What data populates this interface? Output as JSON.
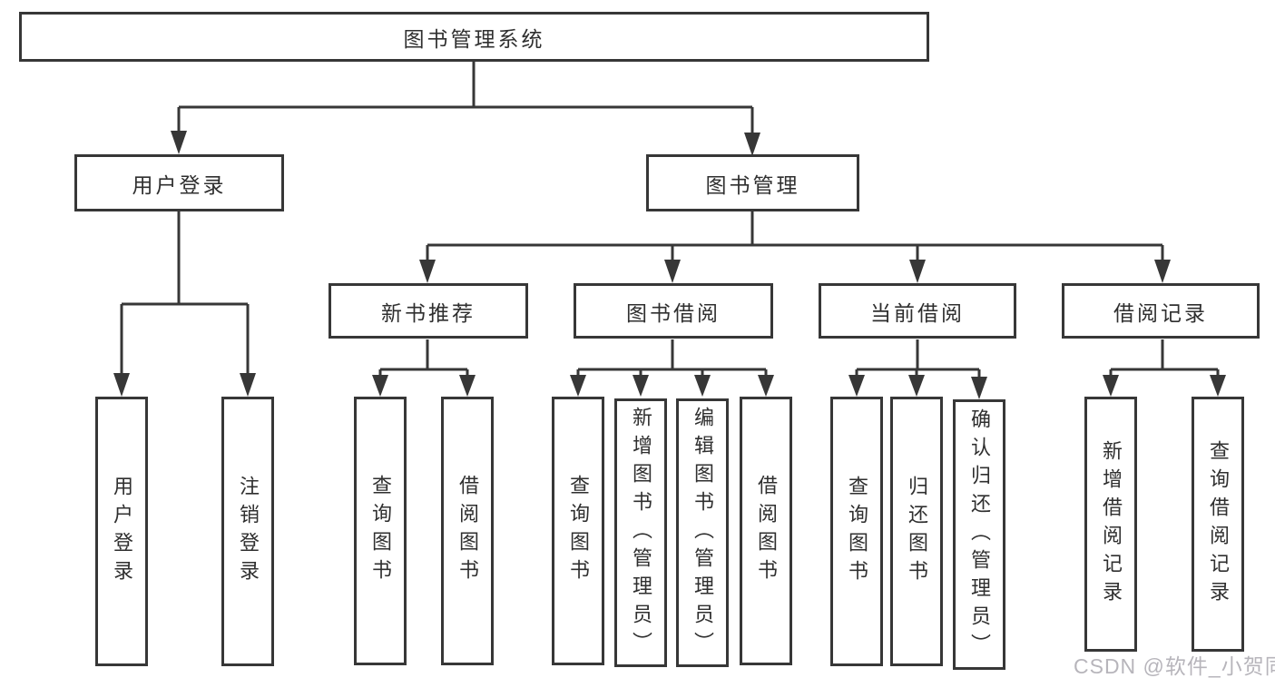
{
  "tree": {
    "label": "图书管理系统",
    "children": [
      {
        "label": "用户登录",
        "children": [
          {
            "label": "用户登录"
          },
          {
            "label": "注销登录"
          }
        ]
      },
      {
        "label": "图书管理",
        "children": [
          {
            "label": "新书推荐",
            "children": [
              {
                "label": "查询图书"
              },
              {
                "label": "借阅图书"
              }
            ]
          },
          {
            "label": "图书借阅",
            "children": [
              {
                "label": "查询图书"
              },
              {
                "label": "新增图书（管理员）"
              },
              {
                "label": "编辑图书（管理员）"
              },
              {
                "label": "借阅图书"
              }
            ]
          },
          {
            "label": "当前借阅",
            "children": [
              {
                "label": "查询图书"
              },
              {
                "label": "归还图书"
              },
              {
                "label": "确认归还（管理员）"
              }
            ]
          },
          {
            "label": "借阅记录",
            "children": [
              {
                "label": "新增借阅记录"
              },
              {
                "label": "查询借阅记录"
              }
            ]
          }
        ]
      }
    ]
  },
  "watermark": "CSDN @软件_小贺同学",
  "colors": {
    "line": "#373737",
    "text": "#2f2f2f",
    "background": "#ffffff",
    "watermark": "#b7b5bb"
  }
}
